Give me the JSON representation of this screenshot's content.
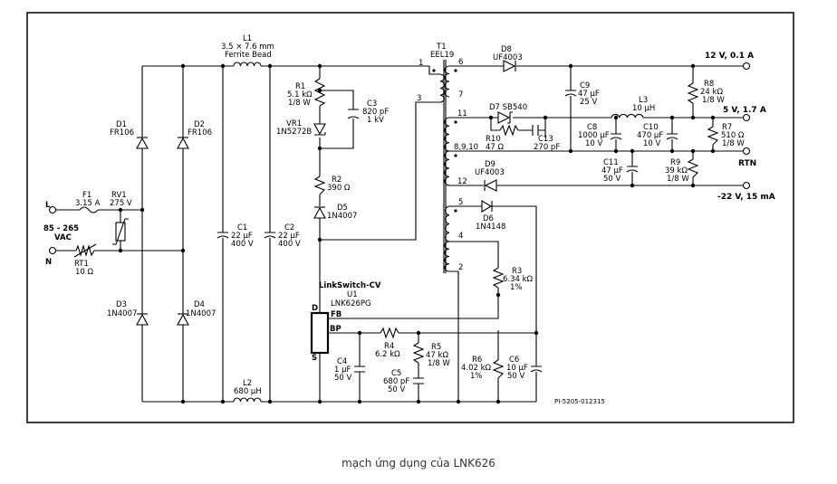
{
  "caption": "mạch ứng dụng của LNK626",
  "drawing_id": "PI-5205-012315",
  "input": {
    "line": "L",
    "voltage": "85 - 265",
    "vac": "VAC",
    "neutral": "N"
  },
  "outputs": {
    "o1": "12 V, 0.1 A",
    "o2": "5 V, 1.7 A",
    "rtn": "RTN",
    "o3": "-22 V, 15 mA"
  },
  "parts": {
    "F1": [
      "F1",
      "3.15 A"
    ],
    "RV1": [
      "RV1",
      "275 V"
    ],
    "RT1": [
      "RT1",
      "10 Ω"
    ],
    "D1": [
      "D1",
      "FR106"
    ],
    "D2": [
      "D2",
      "FR106"
    ],
    "D3": [
      "D3",
      "1N4007"
    ],
    "D4": [
      "D4",
      "1N4007"
    ],
    "C1": [
      "C1",
      "22 µF",
      "400 V"
    ],
    "C2": [
      "C2",
      "22 µF",
      "400 V"
    ],
    "L1": [
      "L1",
      "3.5 × 7.6 mm",
      "Ferrite Bead"
    ],
    "L2": [
      "L2",
      "680 µH"
    ],
    "R1": [
      "R1",
      "5.1 kΩ",
      "1/8 W"
    ],
    "VR1": [
      "VR1",
      "1N5272B"
    ],
    "C3": [
      "C3",
      "820 pF",
      "1 kV"
    ],
    "R2": [
      "R2",
      "390 Ω"
    ],
    "D5": [
      "D5",
      "1N4007"
    ],
    "T1": [
      "T1",
      "EEL19"
    ],
    "D8": [
      "D8",
      "UF4003"
    ],
    "C9": [
      "C9",
      "47 µF",
      "25 V"
    ],
    "D7": [
      "D7 SB540"
    ],
    "R10": [
      "R10",
      "47 Ω"
    ],
    "C13": [
      "C13",
      "270 pF"
    ],
    "C8": [
      "C8",
      "1000 µF",
      "10 V"
    ],
    "L3": [
      "L3",
      "10 µH"
    ],
    "C10": [
      "C10",
      "470 µF",
      "10 V"
    ],
    "R8": [
      "R8",
      "24 kΩ",
      "1/8 W"
    ],
    "R7": [
      "R7",
      "510 Ω",
      "1/8 W"
    ],
    "D9": [
      "D9",
      "UF4003"
    ],
    "C11": [
      "C11",
      "47 µF",
      "50 V"
    ],
    "R9": [
      "R9",
      "39 kΩ",
      "1/8 W"
    ],
    "D6": [
      "D6",
      "1N4148"
    ],
    "R3": [
      "R3",
      "6.34 kΩ",
      "1%"
    ],
    "U1": [
      "LinkSwitch-CV",
      "U1",
      "LNK626PG"
    ],
    "R4": [
      "R4",
      "6.2 kΩ"
    ],
    "R5": [
      "R5",
      "47 kΩ",
      "1/8 W"
    ],
    "C4": [
      "C4",
      "1 µF",
      "50 V"
    ],
    "C5": [
      "C5",
      "680 pF",
      "50 V"
    ],
    "R6": [
      "R6",
      "4.02 kΩ",
      "1%"
    ],
    "C6": [
      "C6",
      "10 µF",
      "50 V"
    ]
  },
  "pins": {
    "p1": "1",
    "p3": "3",
    "p6": "6",
    "p7": "7",
    "p11": "11",
    "p8": "8,9,10",
    "p12": "12",
    "p5": "5",
    "p4": "4",
    "p2": "2",
    "D": "D",
    "S": "S",
    "FB": "FB",
    "BP": "BP"
  }
}
